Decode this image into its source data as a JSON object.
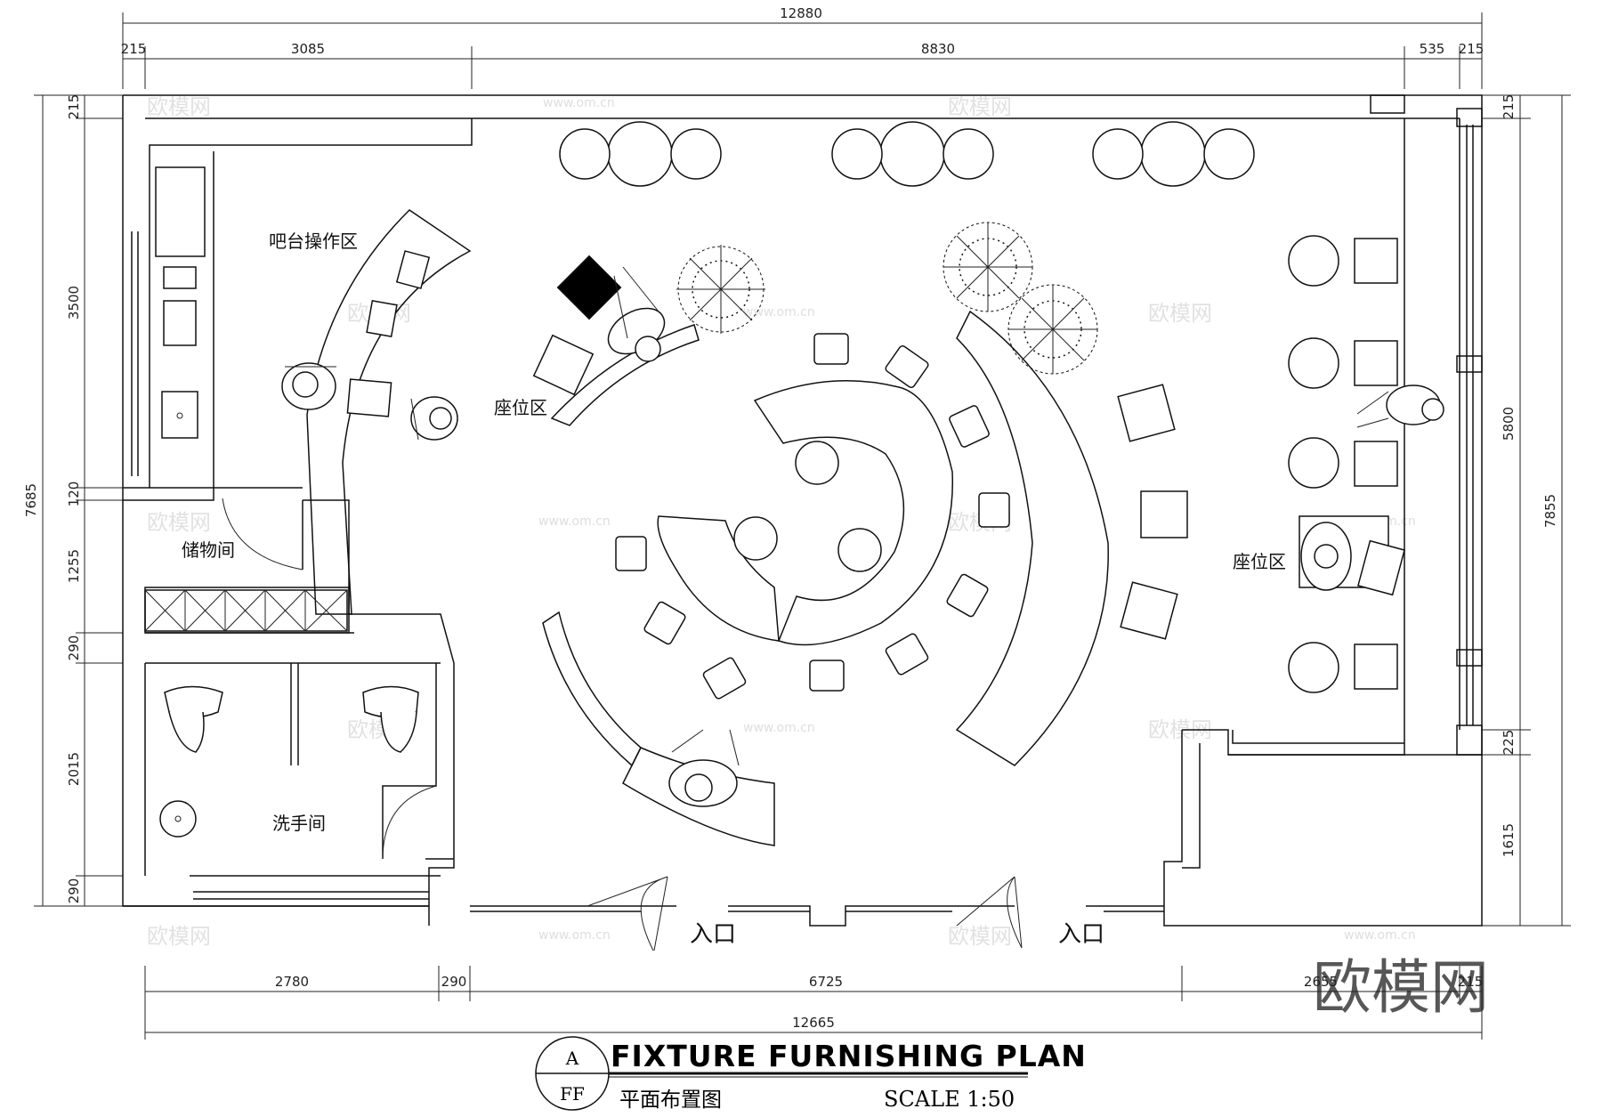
{
  "dimensions": {
    "top_total": "12880",
    "top_segments": [
      "215",
      "3085",
      "8830",
      "535",
      "215"
    ],
    "left_total": "7685",
    "left_segments": [
      "215",
      "3500",
      "120",
      "1255",
      "290",
      "2015",
      "290"
    ],
    "right_total": "7855",
    "right_segments": [
      "215",
      "5800",
      "225",
      "1615"
    ],
    "bottom_total": "12665",
    "bottom_segments": [
      "2780",
      "290",
      "6725",
      "2655",
      "215"
    ]
  },
  "rooms": {
    "bar": "吧台操作区",
    "seating_left": "座位区",
    "seating_right": "座位区",
    "storage": "储物间",
    "washroom": "洗手间",
    "entrance_left": "入口",
    "entrance_right": "入口"
  },
  "title_block": {
    "title": "FIXTURE FURNISHING PLAN",
    "subtitle": "平面布置图",
    "scale": "SCALE 1:50",
    "bubble_top": "A",
    "bubble_bottom": "FF"
  },
  "watermark": {
    "brand": "欧模网",
    "url": "www.om.cn"
  }
}
